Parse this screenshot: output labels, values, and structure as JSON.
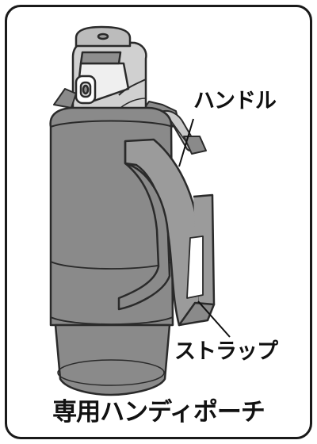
{
  "callouts": {
    "handle": "ハンドル",
    "strap": "ストラップ"
  },
  "caption": "専用ハンディポーチ",
  "colors": {
    "pouch": "#8a8a8a",
    "handle": "#9b9b9b",
    "lid": "#cfcfcf",
    "outline": "#2a2a2a",
    "frame": "#1a1a1a"
  }
}
